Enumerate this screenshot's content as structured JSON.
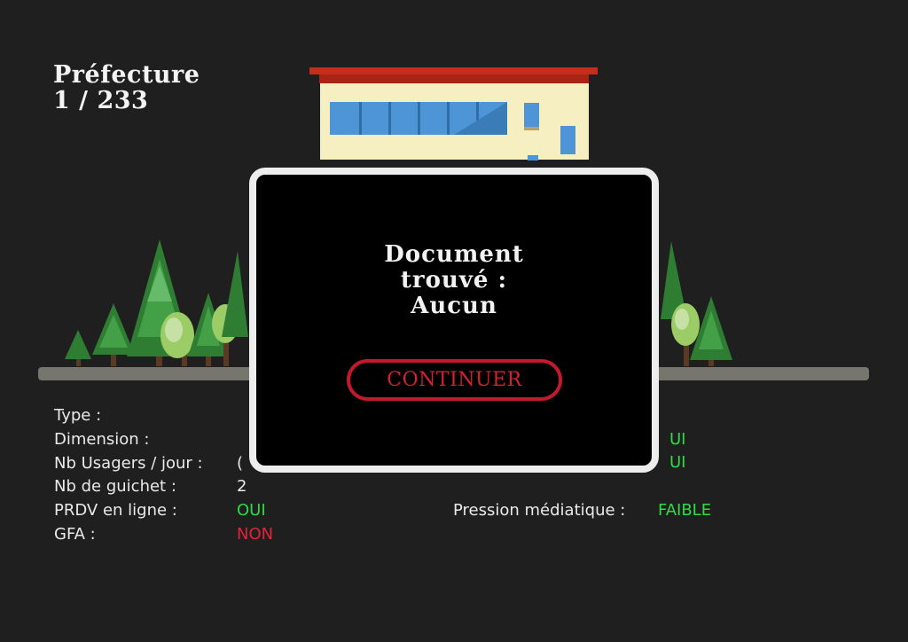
{
  "header": {
    "title": "Préfecture",
    "counter": "1 / 233"
  },
  "info": {
    "left": [
      {
        "label": "Type :",
        "value": "",
        "color": "white"
      },
      {
        "label": "Dimension :",
        "value": "",
        "color": "white"
      },
      {
        "label": "Nb Usagers / jour :",
        "value": "(",
        "color": "white"
      },
      {
        "label": "Nb de guichet :",
        "value": "2",
        "color": "white"
      },
      {
        "label": "PRDV en ligne  :",
        "value": "OUI",
        "color": "green"
      },
      {
        "label": "GFA :",
        "value": "NON",
        "color": "red"
      }
    ],
    "right": [
      {
        "label": "",
        "value": "UI",
        "color": "green"
      },
      {
        "label": "",
        "value": "UI",
        "color": "green"
      },
      {
        "label": "Pression médiatique :",
        "value": "FAIBLE",
        "color": "green"
      }
    ]
  },
  "modal": {
    "line1": "Document",
    "line2": "trouvé :",
    "line3": "Aucun",
    "button": "CONTINUER"
  },
  "colors": {
    "background": "#1f1f1f",
    "green": "#2fdc46",
    "red": "#e0243a",
    "roof": "#c0392b",
    "wall": "#f7f0c0",
    "window": "#4a90d0",
    "tree_dark": "#2f7d32",
    "tree_light": "#4caf50",
    "ground": "#75756e"
  }
}
